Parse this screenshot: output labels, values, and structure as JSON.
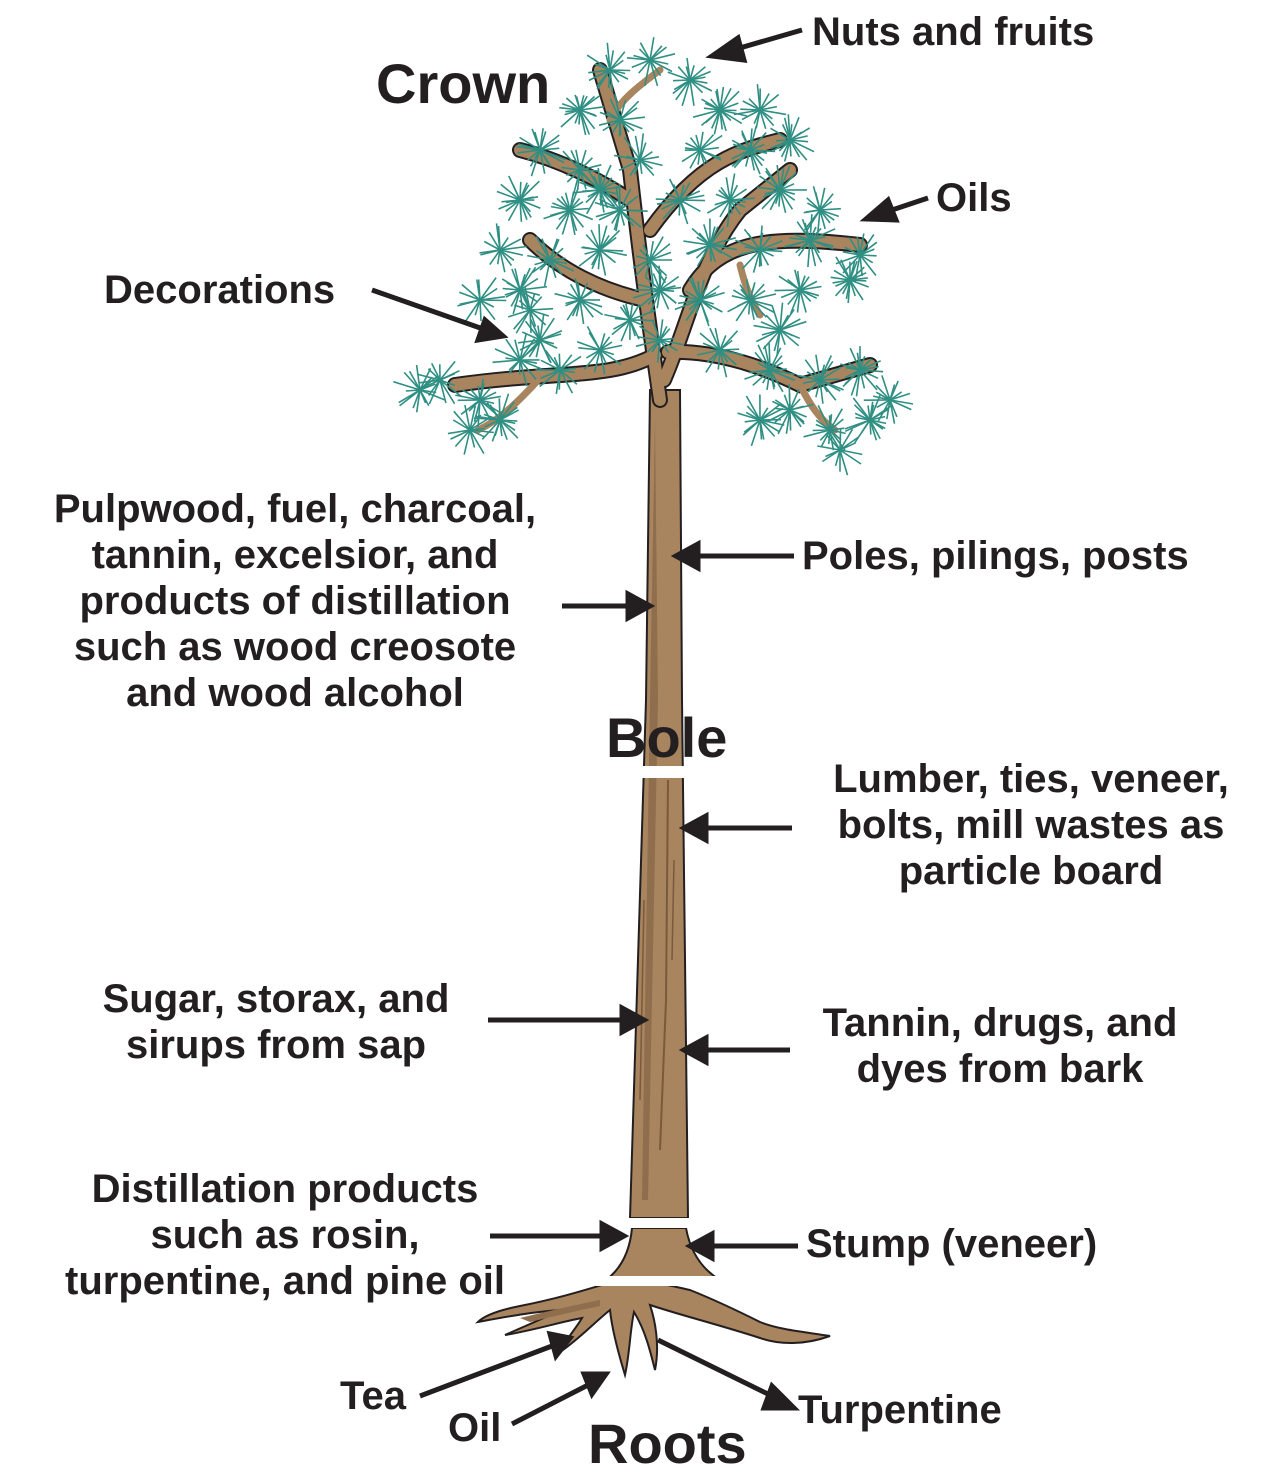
{
  "section_labels": {
    "crown": "Crown",
    "bole": "Bole",
    "roots": "Roots"
  },
  "products": {
    "nuts_and_fruits": "Nuts and fruits",
    "oils": "Oils",
    "decorations": "Decorations",
    "pulpwood": [
      "Pulpwood, fuel, charcoal,",
      "tannin, excelsior, and",
      "products of distillation",
      "such as wood creosote",
      "and wood alcohol"
    ],
    "poles": "Poles, pilings, posts",
    "lumber": [
      "Lumber, ties, veneer,",
      "bolts, mill wastes as",
      "particle board"
    ],
    "sugar": [
      "Sugar, storax, and",
      "sirups from sap"
    ],
    "tannin_bark": [
      "Tannin, drugs, and",
      "dyes from bark"
    ],
    "distillation": [
      "Distillation products",
      "such as rosin,",
      "turpentine, and pine oil"
    ],
    "stump": "Stump (veneer)",
    "tea": "Tea",
    "oil": "Oil",
    "turpentine": "Turpentine"
  },
  "colors": {
    "trunk": "#a8845f",
    "trunk_shade": "#7a5a3c",
    "foliage": "#2f8f83",
    "text": "#231f20"
  }
}
